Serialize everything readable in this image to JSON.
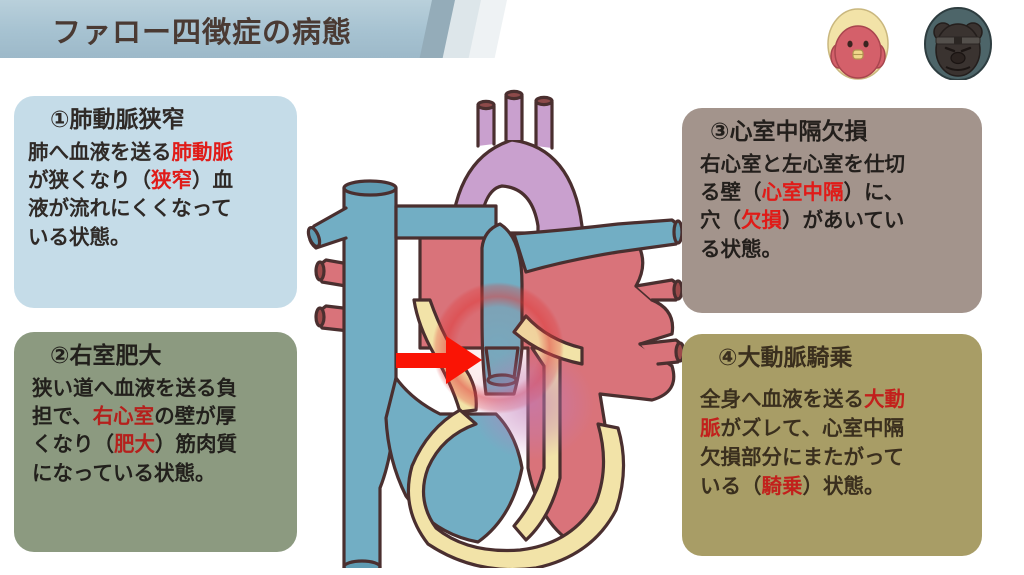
{
  "header": {
    "title": "ファロー四徴症の病態",
    "banner_color": "#a6c2d1",
    "title_color": "#4a3a33"
  },
  "avatars": [
    {
      "name": "bird-character",
      "body_color": "#d4606a",
      "hood_color": "#f2e3a8"
    },
    {
      "name": "bear-character",
      "body_color": "#3a3330",
      "circle_color": "#4d6569"
    }
  ],
  "boxes": [
    {
      "id": "1",
      "title": "①肺動脈狭窄",
      "bg": "#c5dce8",
      "highlight": "#e01b18",
      "lines": [
        [
          {
            "t": "肺へ血液を送る",
            "hl": false
          },
          {
            "t": "肺動脈",
            "hl": true
          }
        ],
        [
          {
            "t": "が狭くなり（",
            "hl": false
          },
          {
            "t": "狭窄",
            "hl": true
          },
          {
            "t": "）血",
            "hl": false
          }
        ],
        [
          {
            "t": "液が流れにくくなって",
            "hl": false
          }
        ],
        [
          {
            "t": "いる状態。",
            "hl": false
          }
        ]
      ]
    },
    {
      "id": "2",
      "title": "②右室肥大",
      "bg": "#8c9a80",
      "highlight": "#b5201c",
      "lines": [
        [
          {
            "t": "狭い道へ血液を送る負",
            "hl": false
          }
        ],
        [
          {
            "t": "担で、",
            "hl": false
          },
          {
            "t": "右心室",
            "hl": true
          },
          {
            "t": "の壁が厚",
            "hl": false
          }
        ],
        [
          {
            "t": "くなり（",
            "hl": false
          },
          {
            "t": "肥大",
            "hl": true
          },
          {
            "t": "）筋肉質",
            "hl": false
          }
        ],
        [
          {
            "t": "になっている状態。",
            "hl": false
          }
        ]
      ]
    },
    {
      "id": "3",
      "title": "③心室中隔欠損",
      "bg": "#a3948c",
      "highlight": "#e01b18",
      "lines": [
        [
          {
            "t": "右心室と左心室を仕切",
            "hl": false
          }
        ],
        [
          {
            "t": "る壁（",
            "hl": false
          },
          {
            "t": "心室中隔",
            "hl": true
          },
          {
            "t": "）に、",
            "hl": false
          }
        ],
        [
          {
            "t": "穴（",
            "hl": false
          },
          {
            "t": "欠損",
            "hl": true
          },
          {
            "t": "）があいてい",
            "hl": false
          }
        ],
        [
          {
            "t": "る状態。",
            "hl": false
          }
        ]
      ]
    },
    {
      "id": "4",
      "title": "④大動脈騎乗",
      "bg": "#a89d66",
      "highlight": "#c2201c",
      "lines": [
        [
          {
            "t": "全身へ血液を送る",
            "hl": false
          },
          {
            "t": "大動",
            "hl": true
          }
        ],
        [
          {
            "t": "脈",
            "hl": true
          },
          {
            "t": "がズレて、心室中隔",
            "hl": false
          }
        ],
        [
          {
            "t": "欠損部分にまたがって",
            "hl": false
          }
        ],
        [
          {
            "t": "いる（",
            "hl": false
          },
          {
            "t": "騎乗",
            "hl": true
          },
          {
            "t": "）状態。",
            "hl": false
          }
        ]
      ]
    }
  ],
  "diagram": {
    "name": "tetralogy-of-fallot-heart",
    "colors": {
      "vein_blue": "#72aec4",
      "artery_red": "#d9737a",
      "aorta_purple": "#c9a0ce",
      "myocardium_yellow": "#f2e3a8",
      "outline": "#4a2f2f",
      "arrow_red": "#fa1405",
      "vessel_mouth_dark": "#9c4a4a",
      "highlight_ring": "#e03a3a"
    },
    "annotations": {
      "arrow": "stenosis-pointer-arrow",
      "ring": "pulmonary-stenosis-highlight",
      "glow": "vsd-overriding-aorta-glow"
    }
  }
}
